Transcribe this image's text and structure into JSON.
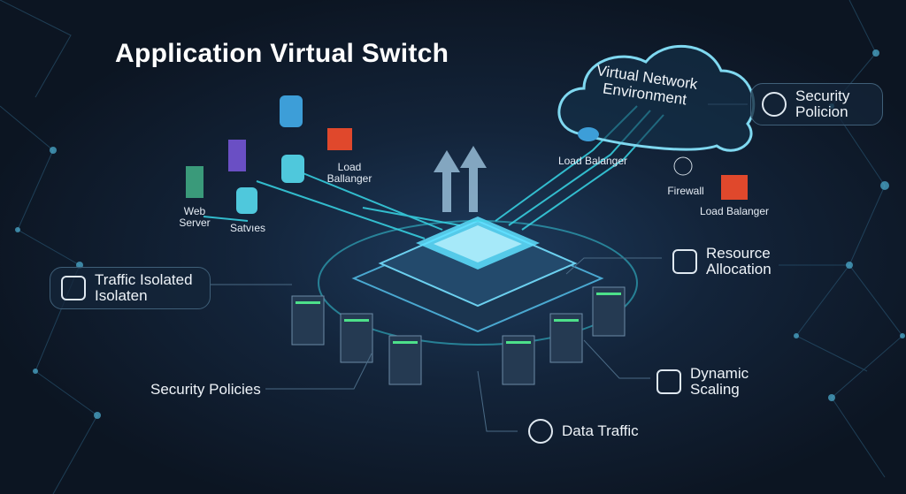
{
  "title": "Application Virtual Switch",
  "cloud": {
    "line1": "Virtual Network",
    "line2": "Environment"
  },
  "labels": {
    "web_server": "Web Server",
    "satvas": "Satvıes",
    "load_balancer_left": "Load Ballanger",
    "load_balancer_top": "Load Balanger",
    "firewall": "Firewall",
    "load_balancer_right": "Load Balanger"
  },
  "callouts": {
    "security_policion": {
      "line1": "Security",
      "line2": "Policion"
    },
    "traffic_isolated": {
      "line1": "Traffic Isolated",
      "line2": "Isolaten"
    },
    "resource_allocation": {
      "line1": "Resource",
      "line2": "Allocation"
    },
    "dynamic_scaling": {
      "line1": "Dynamic",
      "line2": "Scaling"
    },
    "security_policies": "Security Policies",
    "data_traffic": "Data Traffic"
  },
  "colors": {
    "accent": "#38d6e6",
    "firewall": "#e0482c",
    "server_green": "#3a9a7a",
    "server_purple": "#6a4fc4",
    "db_blue": "#3d9ed8"
  }
}
